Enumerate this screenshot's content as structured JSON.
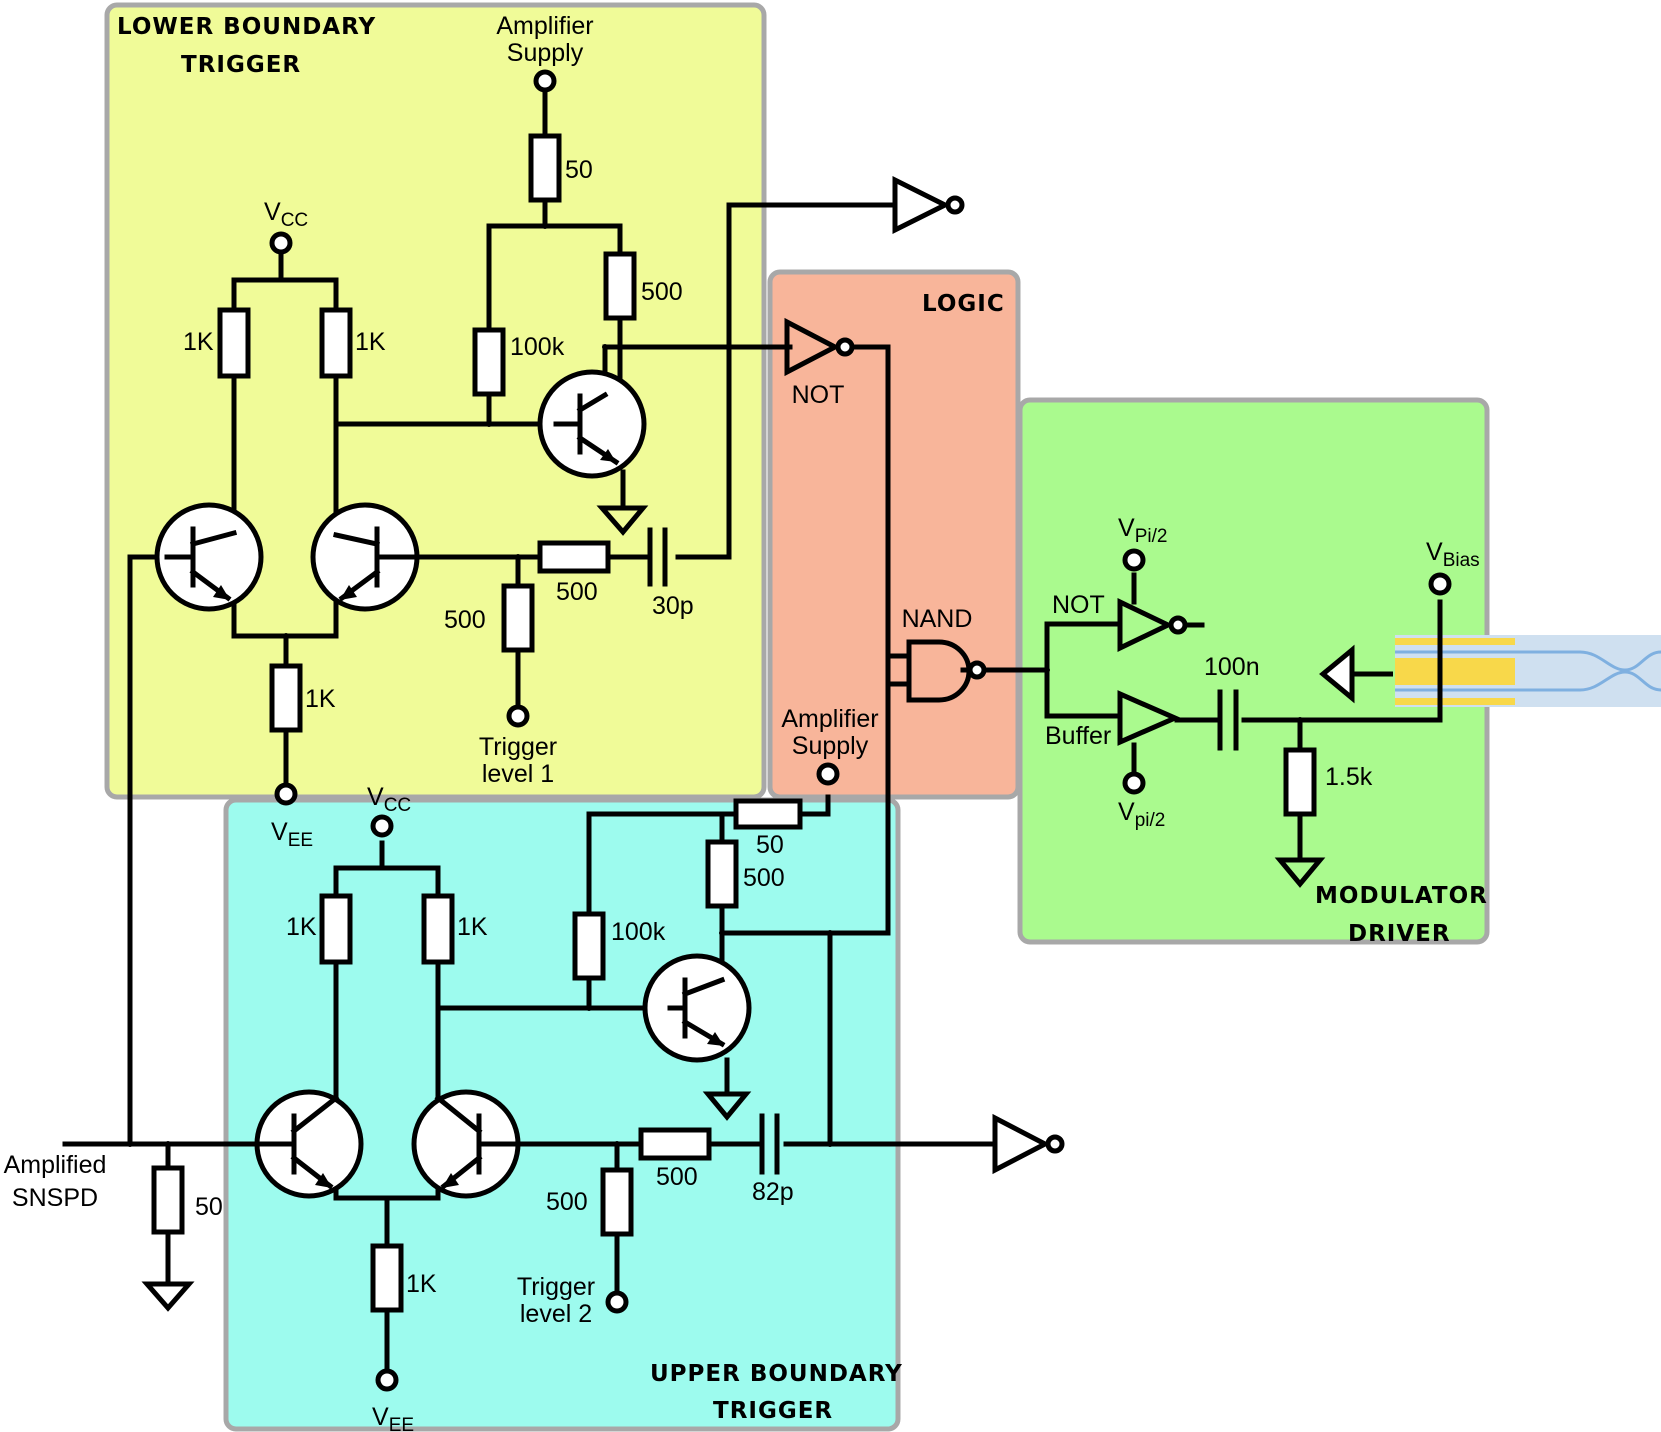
{
  "colors": {
    "lower_block": "#f0fb98",
    "logic_block": "#f8b59a",
    "driver_block": "#aafa8e",
    "upper_block": "#9dfbee",
    "block_border": "#a8a8a8",
    "fiber": "#cfe0f0",
    "fiber_line": "#7fb0e0",
    "electrode": "#f8d84a"
  },
  "blocks": {
    "lower": {
      "title_line1": "LOWER BOUNDARY",
      "title_line2": "TRIGGER"
    },
    "logic": {
      "title": "LOGIC"
    },
    "driver": {
      "title_line1": "MODULATOR",
      "title_line2": "DRIVER"
    },
    "upper": {
      "title_line1": "UPPER BOUNDARY",
      "title_line2": "TRIGGER"
    }
  },
  "lower": {
    "supply_line1": "Amplifier",
    "supply_line2": "Supply",
    "r_supply": "50",
    "vcc_main": "V",
    "vcc_sub": "CC",
    "r_left": "1K",
    "r_right": "1K",
    "r_100k": "100k",
    "r_500_collector": "500",
    "r_500_series": "500",
    "r_500_trigger": "500",
    "cap": "30p",
    "trigger_line1": "Trigger",
    "trigger_line2": "level 1",
    "r_tail": "1K",
    "vee_main": "V",
    "vee_sub": "EE"
  },
  "logic": {
    "not_label": "NOT",
    "nand_label": "NAND"
  },
  "upper": {
    "supply_line1": "Amplifier",
    "supply_line2": "Supply",
    "r_supply": "50",
    "r_500_collector": "500",
    "vcc_main": "V",
    "vcc_sub": "CC",
    "r_left": "1K",
    "r_right": "1K",
    "r_100k": "100k",
    "r_500_series": "500",
    "r_500_trigger": "500",
    "cap": "82p",
    "trigger_line1": "Trigger",
    "trigger_line2": "level 2",
    "r_tail": "1K",
    "vee_main": "V",
    "vee_sub": "EE"
  },
  "driver": {
    "vpi_top_main": "V",
    "vpi_top_sub": "Pi/2",
    "not_label": "NOT",
    "buffer_label": "Buffer",
    "vpi_bottom_main": "V",
    "vpi_bottom_sub": "pi/2",
    "cap": "100n",
    "r_shunt": "1.5k",
    "vbias_main": "V",
    "vbias_sub": "Bias"
  },
  "input": {
    "label_line1": "Amplified",
    "label_line2": "SNSPD",
    "r_term": "50"
  }
}
